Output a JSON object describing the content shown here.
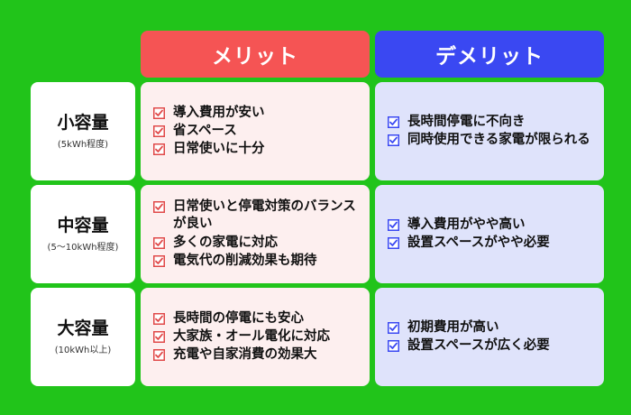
{
  "headers": {
    "merit": "メリット",
    "demerit": "デメリット"
  },
  "colors": {
    "background": "#21c41a",
    "merit_header": "#f55454",
    "demerit_header": "#3a48f2",
    "merit_cell": "#fdefef",
    "demerit_cell": "#dfe3fb",
    "merit_check": "#e04848",
    "demerit_check": "#3a48f2"
  },
  "rows": [
    {
      "title": "小容量",
      "subtitle": "(5kWh程度)",
      "merits": [
        "導入費用が安い",
        "省スペース",
        "日常使いに十分"
      ],
      "demerits": [
        "長時間停電に不向き",
        "同時使用できる家電が限られる"
      ]
    },
    {
      "title": "中容量",
      "subtitle": "(5〜10kWh程度)",
      "merits": [
        "日常使いと停電対策のバランスが良い",
        "多くの家電に対応",
        "電気代の削減効果も期待"
      ],
      "demerits": [
        "導入費用がやや高い",
        "設置スペースがやや必要"
      ]
    },
    {
      "title": "大容量",
      "subtitle": "(10kWh以上)",
      "merits": [
        "長時間の停電にも安心",
        "大家族・オール電化に対応",
        "充電や自家消費の効果大"
      ],
      "demerits": [
        "初期費用が高い",
        "設置スペースが広く必要"
      ]
    }
  ]
}
